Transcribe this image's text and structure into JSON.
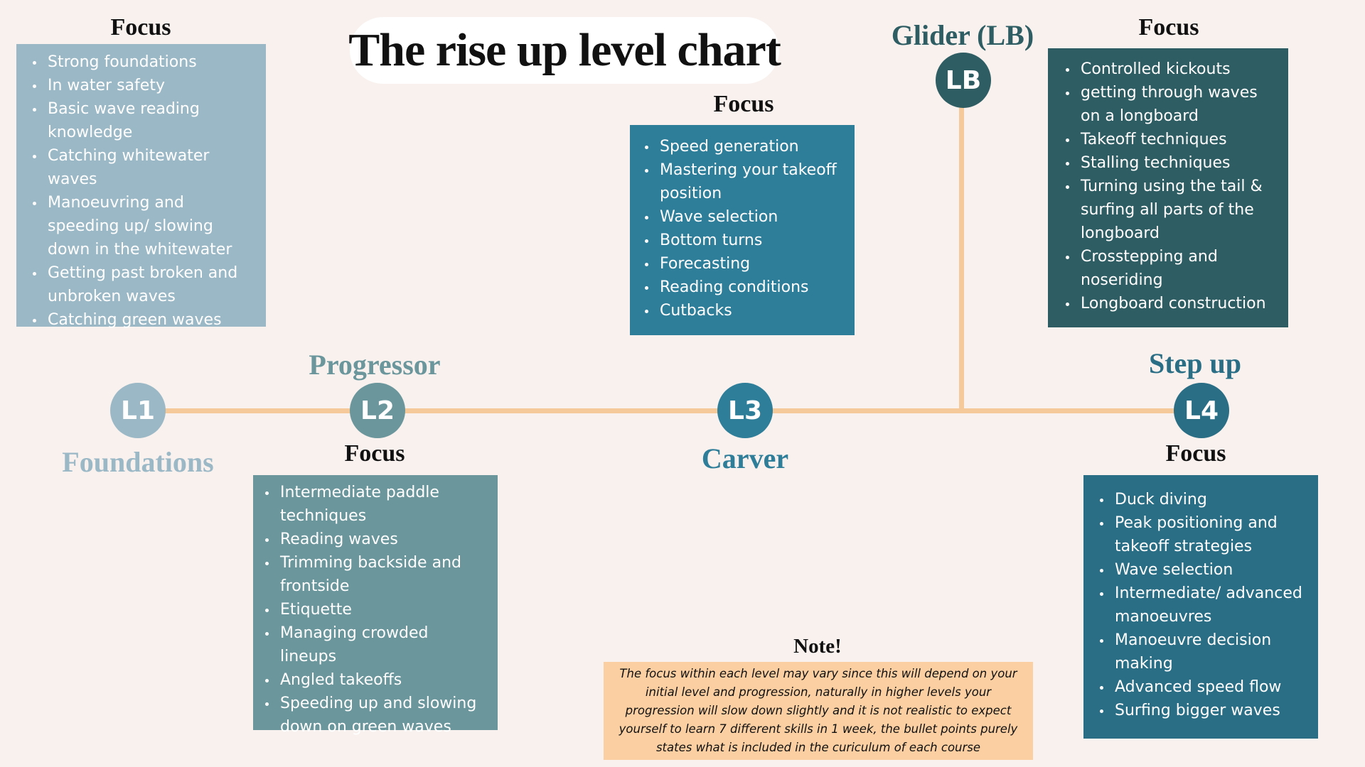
{
  "title": "The rise up level chart",
  "colors": {
    "background": "#f8f1ee",
    "line": "#f6c99a",
    "l1": "#9bb8c6",
    "l2": "#6a969c",
    "l3": "#2e7e9a",
    "lb": "#2e5d63",
    "l4": "#2a6e86",
    "note": "#fbcfa1"
  },
  "levels": {
    "l1": {
      "badge": "L1",
      "name": "Foundations",
      "focus_heading": "Focus",
      "items": [
        "Strong foundations",
        "In water safety",
        "Basic wave reading knowledge",
        "Catching whitewater waves",
        "Manoeuvring and speeding up/ slowing down in the whitewater",
        "Getting past broken and unbroken waves",
        "Catching green waves"
      ]
    },
    "l2": {
      "badge": "L2",
      "name": "Progressor",
      "focus_heading": "Focus",
      "items": [
        "Intermediate paddle techniques",
        "Reading waves",
        "Trimming backside and frontside",
        "Etiquette",
        "Managing crowded lineups",
        "Angled takeoffs",
        "Speeding up and slowing down on green waves"
      ]
    },
    "l3": {
      "badge": "L3",
      "name": "Carver",
      "focus_heading": "Focus",
      "items": [
        "Speed generation",
        "Mastering your takeoff position",
        "Wave selection",
        "Bottom turns",
        "Forecasting",
        "Reading conditions",
        "Cutbacks"
      ]
    },
    "lb": {
      "badge": "LB",
      "name": "Glider (LB)",
      "focus_heading": "Focus",
      "items": [
        "Controlled kickouts",
        "getting through waves on a longboard",
        "Takeoff techniques",
        "Stalling techniques",
        "Turning using the tail & surfing all parts of the longboard",
        "Crosstepping and noseriding",
        "Longboard construction"
      ]
    },
    "l4": {
      "badge": "L4",
      "name": "Step up",
      "focus_heading": "Focus",
      "items": [
        "Duck diving",
        "Peak positioning and takeoff strategies",
        "Wave selection",
        "Intermediate/ advanced manoeuvres",
        "Manoeuvre decision making",
        "Advanced speed flow",
        "Surfing bigger waves"
      ]
    }
  },
  "note": {
    "heading": "Note!",
    "text": "The focus within each level may vary since this will depend on your initial level and progression, naturally in higher levels your progression will slow down slightly and it is not realistic to expect yourself to learn 7 different skills in 1 week, the bullet points purely states what is included in the curiculum of each course"
  }
}
